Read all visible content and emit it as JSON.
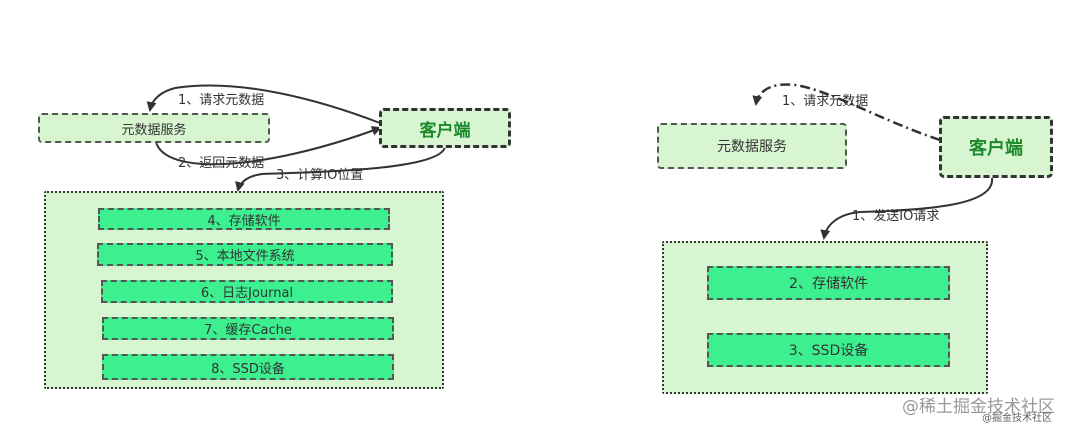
{
  "left": {
    "metadata_service": "元数据服务",
    "client": "客户端",
    "edge_request_metadata": "1、请求元数据",
    "edge_return_metadata": "2、返回元数据",
    "edge_compute_io": "3、计算IO位置",
    "layers": [
      "4、存储软件",
      "5、本地文件系统",
      "6、日志Journal",
      "7、缓存Cache",
      "8、SSD设备"
    ]
  },
  "right": {
    "metadata_service": "元数据服务",
    "client": "客户端",
    "edge_request_metadata": "1、请求元数据",
    "edge_send_io": "1、发送IO请求",
    "layers": [
      "2、存储软件",
      "3、SSD设备"
    ]
  },
  "watermark": {
    "main": "@稀土掘金技术社区",
    "small": "@掘金技术社区"
  },
  "colors": {
    "panel_fill": "#d8f5d2",
    "layer_fill": "#3df08f",
    "client_text": "#1a8a2a",
    "line": "#333333"
  }
}
